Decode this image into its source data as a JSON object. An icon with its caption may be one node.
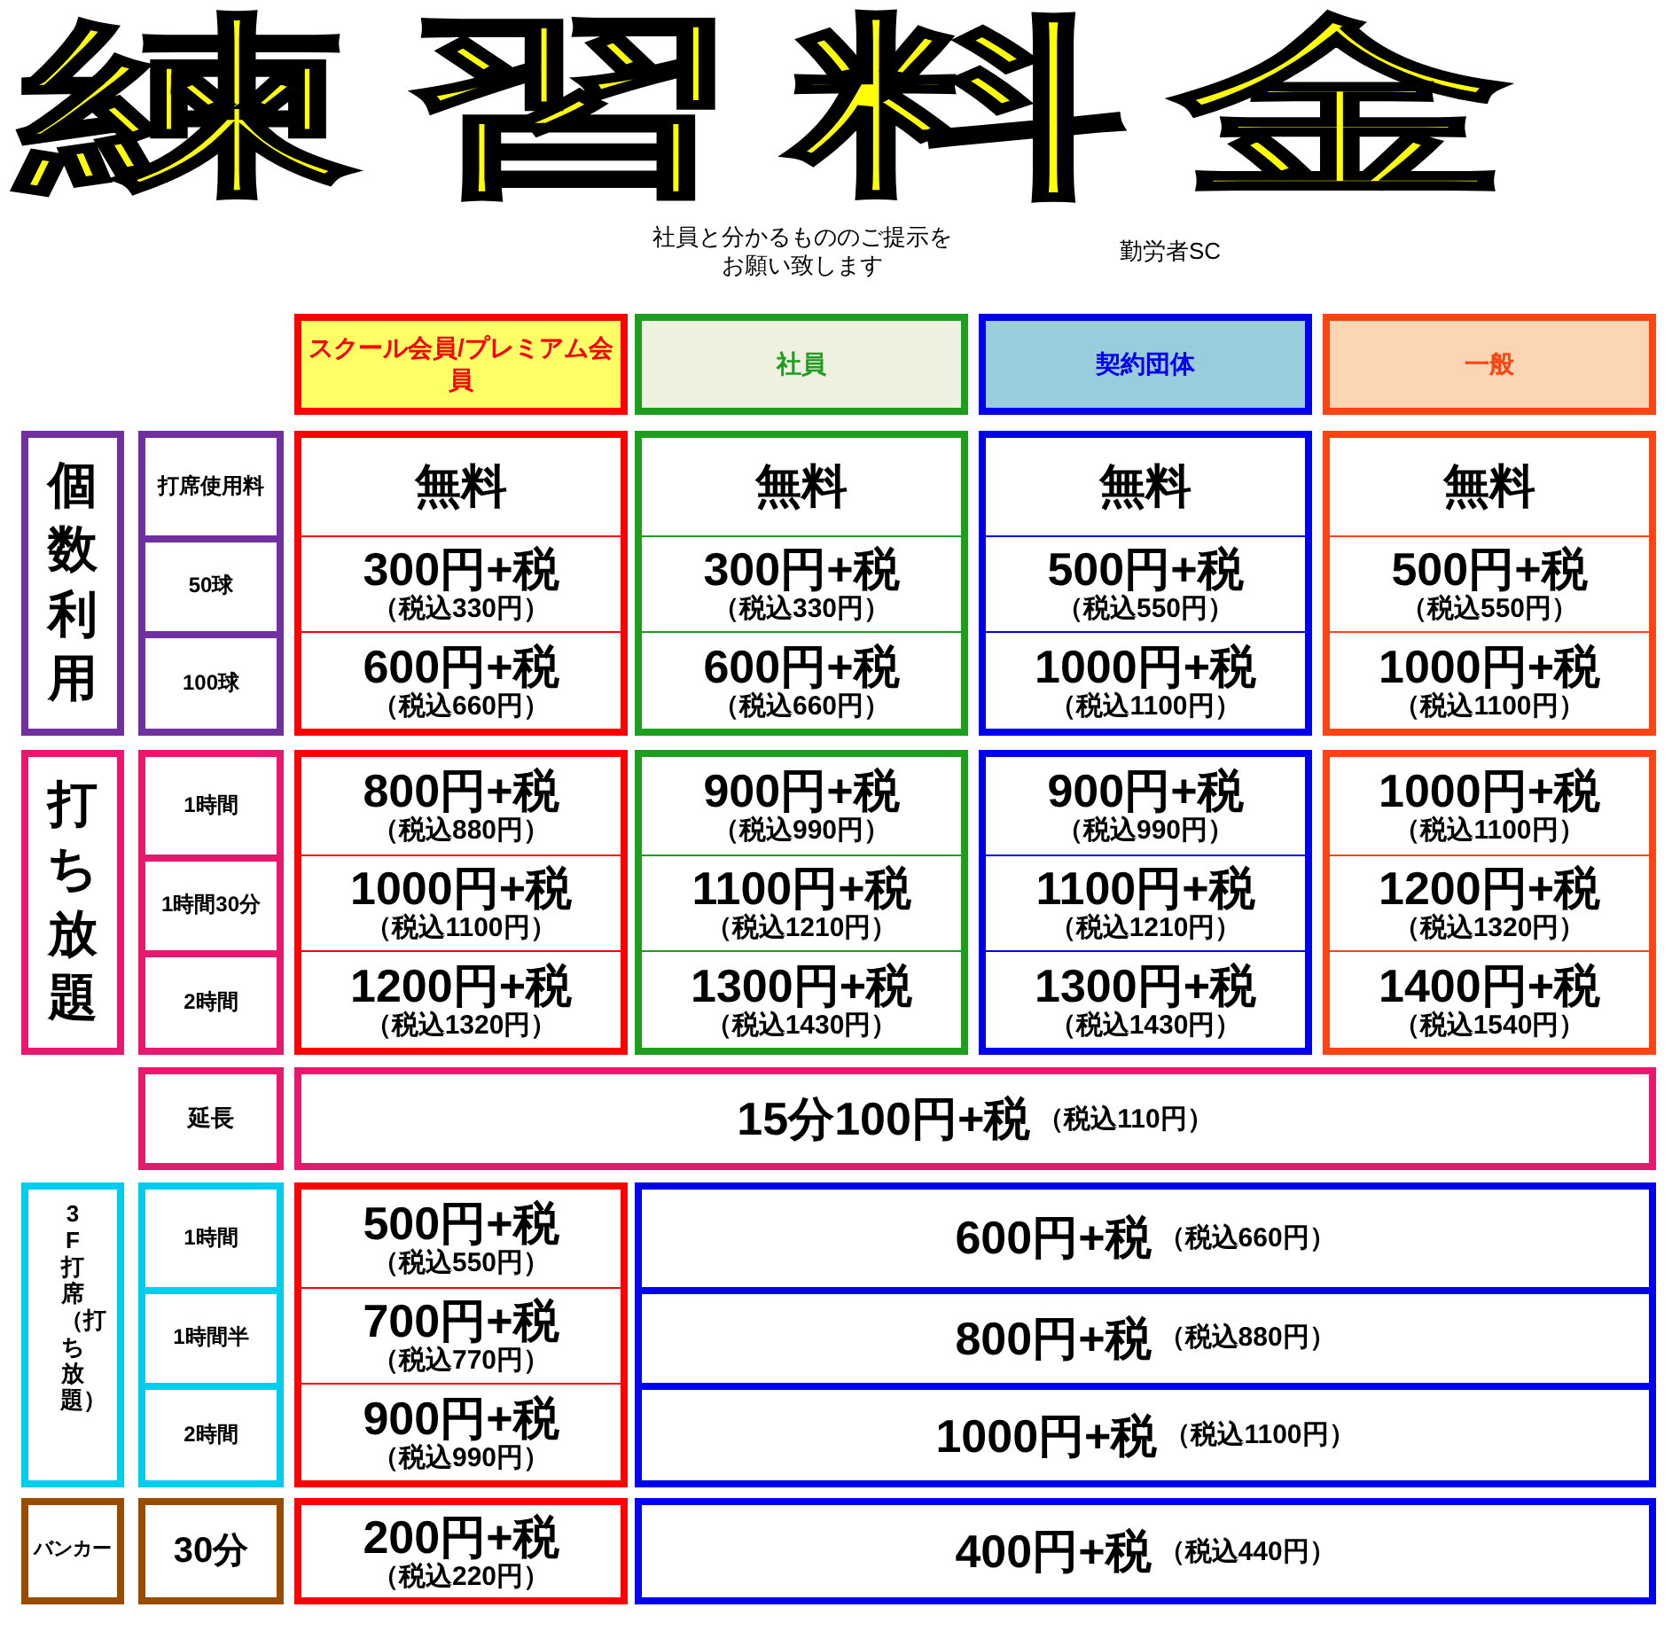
{
  "diagram": {
    "title": "練習料金",
    "nodes": [
      {
        "text": [
          "スクール会員/プレミアム会員"
        ]
      },
      {
        "text": [
          "社員"
        ]
      },
      {
        "text": [
          "契約団体"
        ]
      },
      {
        "text": [
          "一般"
        ]
      },
      {
        "text": [
          "個数利用"
        ]
      },
      {
        "text": [],
        "shape": "box"
      },
      {
        "text": [
          "打席使用料"
        ],
        "in": 5
      },
      {
        "text": [
          "50球"
        ],
        "in": 5
      },
      {
        "text": [
          "100球"
        ],
        "in": 5
      },
      {
        "text": [],
        "shape": "box"
      },
      {
        "text": [
          "無料"
        ],
        "in": 9
      },
      {
        "text": [
          "300円+税",
          "（税込330円）"
        ],
        "in": 9
      },
      {
        "text": [
          "600円+税",
          "（税込660円）"
        ],
        "in": 9
      },
      {
        "text": [],
        "shape": "box"
      },
      {
        "text": [
          "無料"
        ],
        "in": 13
      },
      {
        "text": [
          "300円+税",
          "（税込330円）"
        ],
        "in": 13
      },
      {
        "text": [
          "600円+税",
          "（税込660円）"
        ],
        "in": 13
      },
      {
        "text": [],
        "shape": "box"
      },
      {
        "text": [
          "無料"
        ],
        "in": 17
      },
      {
        "text": [
          "500円+税",
          "（税込550円）"
        ],
        "in": 17
      },
      {
        "text": [
          "1000円+税",
          "（税込1100円）"
        ],
        "in": 17
      },
      {
        "text": [],
        "shape": "box"
      },
      {
        "text": [
          "無料"
        ],
        "in": 21
      },
      {
        "text": [
          "500円+税",
          "（税込550円）"
        ],
        "in": 21
      },
      {
        "text": [
          "1000円+税",
          "（税込1100円）"
        ],
        "in": 21
      },
      {
        "text": [
          "打ち放題"
        ]
      },
      {
        "text": [],
        "shape": "box"
      },
      {
        "text": [
          "1時間"
        ],
        "in": 26
      },
      {
        "text": [
          "1時間30分"
        ],
        "in": 26
      },
      {
        "text": [
          "2時間"
        ],
        "in": 26
      },
      {
        "text": [],
        "shape": "box"
      },
      {
        "text": [
          "800円+税",
          "（税込880円）"
        ],
        "in": 30
      },
      {
        "text": [
          "1000円+税",
          "（税込1100円）"
        ],
        "in": 30
      },
      {
        "text": [
          "1200円+税",
          "（税込1320円）"
        ],
        "in": 30
      },
      {
        "text": [],
        "shape": "box"
      },
      {
        "text": [
          "900円+税",
          "（税込990円）"
        ],
        "in": 34
      },
      {
        "text": [
          "1100円+税",
          "（税込1210円）"
        ],
        "in": 34
      },
      {
        "text": [
          "1300円+税",
          "（税込1430円）"
        ],
        "in": 34
      },
      {
        "text": [],
        "shape": "box"
      },
      {
        "text": [
          "900円+税",
          "（税込990円）"
        ],
        "in": 38
      },
      {
        "text": [
          "1100円+税",
          "（税込1210円）"
        ],
        "in": 38
      },
      {
        "text": [
          "1300円+税",
          "（税込1430円）"
        ],
        "in": 38
      },
      {
        "text": [],
        "shape": "box"
      },
      {
        "text": [
          "1000円+税",
          "（税込1100円）"
        ],
        "in": 42
      },
      {
        "text": [
          "1200円+税",
          "（税込1320円）"
        ],
        "in": 42
      },
      {
        "text": [
          "1400円+税",
          "（税込1540円）"
        ],
        "in": 42
      },
      {
        "text": [
          "延長"
        ]
      },
      {
        "text": [
          "15分100円+税",
          "（税込110円）"
        ]
      },
      {
        "text": [
          "3F打席（打ち放題）"
        ]
      },
      {
        "text": [],
        "shape": "box"
      },
      {
        "text": [
          "1時間"
        ],
        "in": 49
      },
      {
        "text": [
          "1時間半"
        ],
        "in": 49
      },
      {
        "text": [
          "2時間"
        ],
        "in": 49
      },
      {
        "text": [],
        "shape": "box"
      },
      {
        "text": [
          "500円+税",
          "（税込550円）"
        ],
        "in": 53
      },
      {
        "text": [
          "700円+税",
          "（税込770円）"
        ],
        "in": 53
      },
      {
        "text": [
          "900円+税",
          "（税込990円）"
        ],
        "in": 53
      },
      {
        "text": [],
        "shape": "box"
      },
      {
        "text": [
          "600円+税",
          "（税込660円）"
        ],
        "in": 57
      },
      {
        "text": [
          "800円+税",
          "（税込880円）"
        ],
        "in": 57
      },
      {
        "text": [
          "1000円+税",
          "（税込1100円）"
        ],
        "in": 57
      },
      {
        "text": [
          "バンカー"
        ]
      },
      {
        "text": [
          "30分"
        ]
      },
      {
        "text": [
          "200円+税",
          "（税込220円）"
        ]
      },
      {
        "text": [
          "400円+税",
          "（税込440円）"
        ]
      }
    ],
    "labels": [
      "社員と分かるもののご提示をお願い致します",
      "勤労者SC"
    ]
  }
}
